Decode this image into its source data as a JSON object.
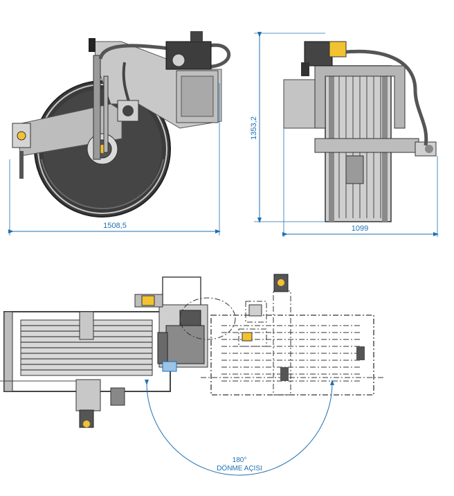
{
  "dimensions": {
    "side_width": "1508,5",
    "front_width": "1099",
    "height": "1353,2"
  },
  "rotation": {
    "angle": "180°",
    "caption": "DÖNME AÇISI"
  },
  "colors": {
    "dimension_line": "#1f6fb0",
    "drum": "#3a3a3a",
    "frame": "#bdbdbd",
    "bracket": "#c8c8c8",
    "hose": "#555555",
    "accent": "#f2c230"
  }
}
